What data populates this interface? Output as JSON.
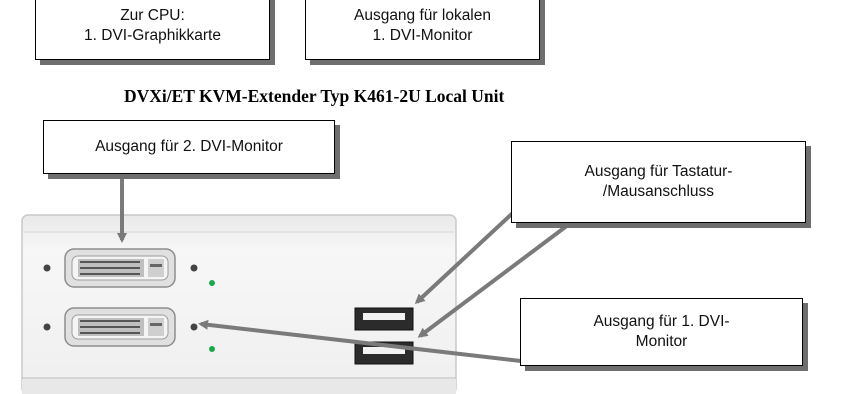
{
  "callouts": {
    "cpu": {
      "line1": "Zur CPU:",
      "line2": "1. DVI-Graphikkarte"
    },
    "local_monitor": {
      "line1": "Ausgang für lokalen",
      "line2": "1. DVI-Monitor"
    },
    "monitor2": {
      "line1": "Ausgang für 2. DVI-Monitor"
    },
    "keyboard_mouse": {
      "line1": "Ausgang für Tastatur-",
      "line2": "/Mausanschluss"
    },
    "monitor1": {
      "line1": "Ausgang für 1. DVI-",
      "line2": "Monitor"
    }
  },
  "heading": "DVXi/ET KVM-Extender Typ K461-2U Local Unit",
  "colors": {
    "panel": "#f3f3f3",
    "panel_edge": "#cfcfcf",
    "led": "#1aa84a",
    "arrow": "#7a7a7a"
  }
}
